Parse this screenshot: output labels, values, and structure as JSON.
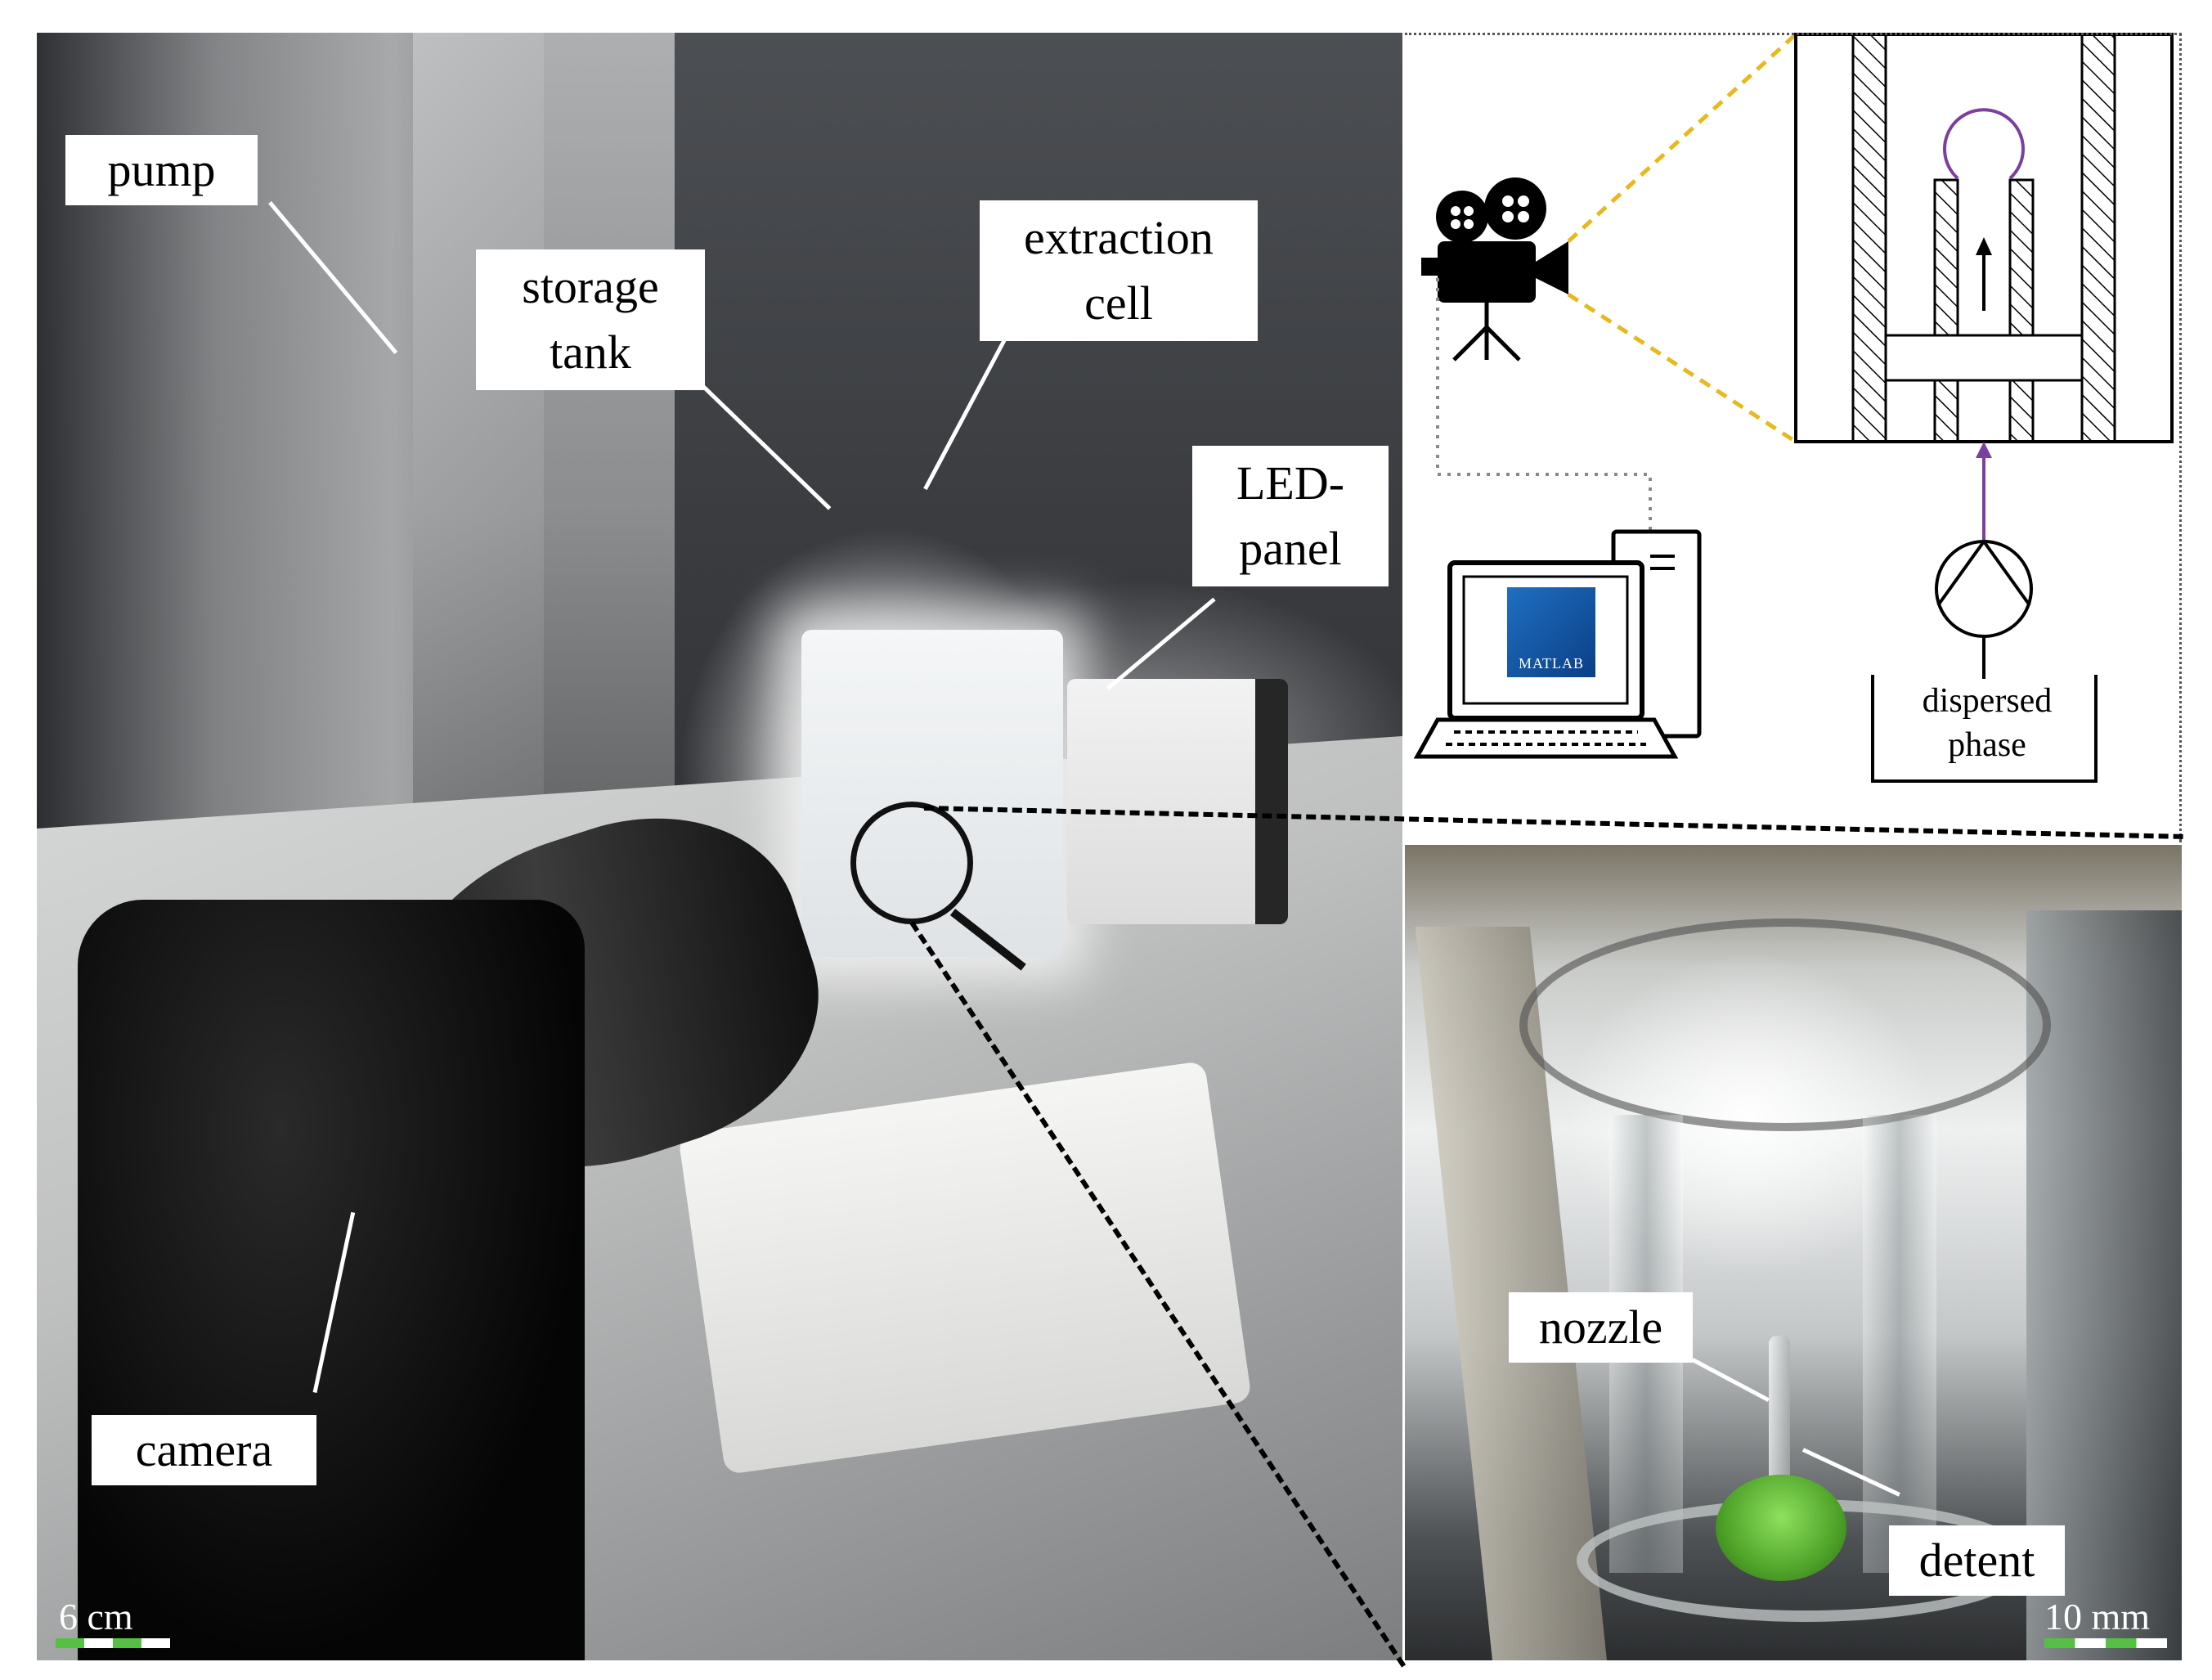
{
  "labels": {
    "pump": "pump",
    "storage_tank_line1": "storage",
    "storage_tank_line2": "tank",
    "extraction_cell_line1": "extraction",
    "extraction_cell_line2": "cell",
    "led_panel_line1": "LED-",
    "led_panel_line2": "panel",
    "camera": "camera",
    "nozzle": "nozzle",
    "detent": "detent"
  },
  "diagram": {
    "software_logo_text": "MATLAB",
    "dispersed_phase_line1": "dispersed",
    "dispersed_phase_line2": "phase",
    "accent_purple": "#7b3fa0",
    "accent_yellow": "#e8b81c"
  },
  "scalebars": {
    "main": "6 cm",
    "zoom": "10 mm",
    "bar_green": "#55c044"
  }
}
